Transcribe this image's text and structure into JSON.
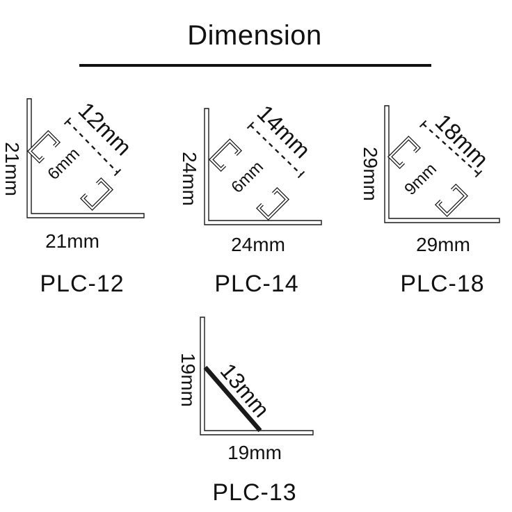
{
  "title": {
    "text": "Dimension"
  },
  "figures": [
    {
      "model": "PLC-12",
      "vertical": "21mm",
      "horizontal": "21mm",
      "diagonal": "12mm",
      "channel_width": "6mm"
    },
    {
      "model": "PLC-14",
      "vertical": "24mm",
      "horizontal": "24mm",
      "diagonal": "14mm",
      "channel_width": "6mm"
    },
    {
      "model": "PLC-18",
      "vertical": "29mm",
      "horizontal": "29mm",
      "diagonal": "18mm",
      "channel_width": "9mm"
    },
    {
      "model": "PLC-13",
      "vertical": "19mm",
      "horizontal": "19mm",
      "diagonal": "13mm"
    }
  ],
  "colors": {
    "line": "#1a1a1a",
    "text": "#111111",
    "background": "#ffffff"
  }
}
